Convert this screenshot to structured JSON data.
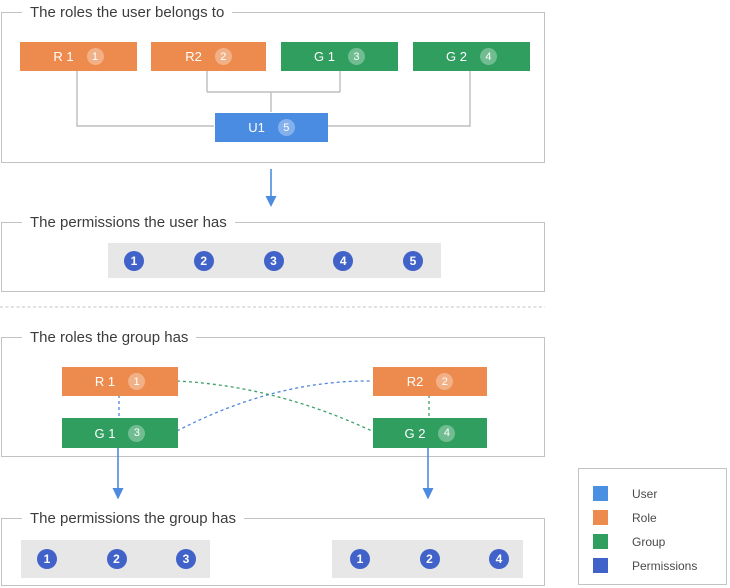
{
  "colors": {
    "user": "#4a8ce2",
    "role": "#ec8b4d",
    "group": "#2f9e5f",
    "permission": "#4162c9",
    "connector_gray": "#bdbdbd",
    "arrow_blue": "#4c8be0",
    "dashed_blue": "#5086dd",
    "dashed_green": "#3fa06a"
  },
  "sections": {
    "roles_user": {
      "title": "The roles the user belongs to",
      "nodes": {
        "r1": {
          "label": "R 1",
          "badge": "1"
        },
        "r2": {
          "label": "R2",
          "badge": "2"
        },
        "g1": {
          "label": "G 1",
          "badge": "3"
        },
        "g2": {
          "label": "G 2",
          "badge": "4"
        },
        "u1": {
          "label": "U1",
          "badge": "5"
        }
      }
    },
    "perms_user": {
      "title": "The permissions the user has",
      "permissions": [
        "1",
        "2",
        "3",
        "4",
        "5"
      ]
    },
    "roles_group": {
      "title": "The roles the group has",
      "nodes": {
        "r1": {
          "label": "R 1",
          "badge": "1"
        },
        "r2": {
          "label": "R2",
          "badge": "2"
        },
        "g1": {
          "label": "G 1",
          "badge": "3"
        },
        "g2": {
          "label": "G 2",
          "badge": "4"
        }
      }
    },
    "perms_group": {
      "title": "The permissions the group has",
      "strip_left": [
        "1",
        "2",
        "3"
      ],
      "strip_right": [
        "1",
        "2",
        "4"
      ]
    }
  },
  "legend": {
    "items": [
      {
        "key": "user",
        "label": "User"
      },
      {
        "key": "role",
        "label": "Role"
      },
      {
        "key": "group",
        "label": "Group"
      },
      {
        "key": "permissions",
        "label": "Permissions"
      }
    ]
  }
}
